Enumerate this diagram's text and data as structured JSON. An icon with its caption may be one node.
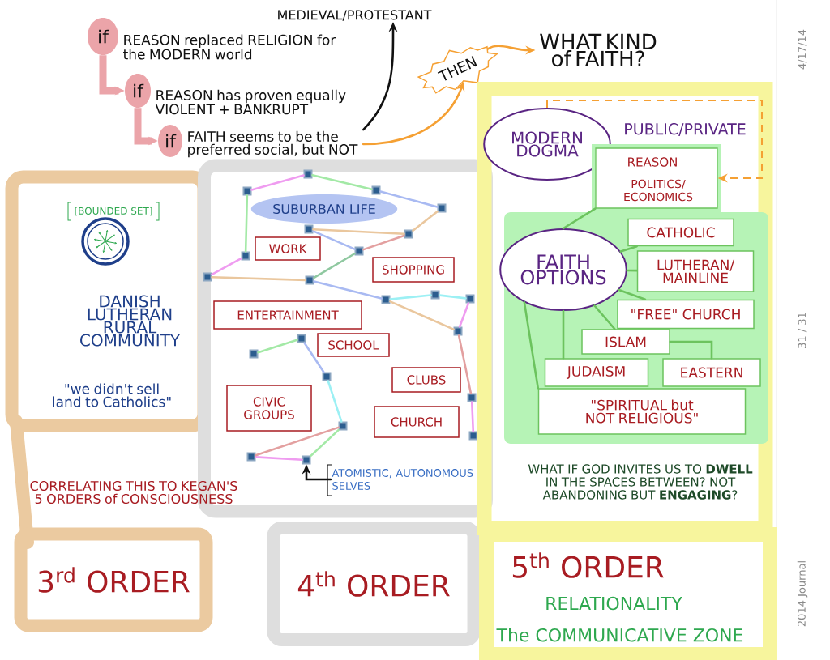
{
  "diagram": {
    "nodes": [
      {
        "text": [
          "if"
        ],
        "beside": [
          "REASON replaced RELIGION for the MODERN world"
        ]
      },
      {
        "text": [
          "if"
        ],
        "beside": [
          "REASON has proven equally VIOLENT + BANKRUPT"
        ]
      },
      {
        "text": [
          "if"
        ],
        "beside": [
          "FAITH seems to be the preferred social, but NOT"
        ]
      },
      {
        "text": [
          "MEDIEVAL/PROTESTANT"
        ]
      },
      {
        "text": [
          "THEN"
        ]
      },
      {
        "text": [
          "WHAT KIND of FAITH?"
        ]
      },
      {
        "text": [
          "[BOUNDED SET]",
          "DANISH LUTHERAN RURAL COMMUNITY",
          "\"we didn't sell land to Catholics\""
        ]
      },
      {
        "text": [
          "3$^{rd}$ ORDER"
        ]
      },
      {
        "text": [],
        "shape": "box"
      },
      {
        "text": [
          "SUBURBAN LIFE"
        ],
        "in": 8
      },
      {
        "text": [
          "WORK"
        ],
        "in": 8
      },
      {
        "text": [
          "SHOPPING"
        ],
        "in": 8
      },
      {
        "text": [
          "ENTERTAINMENT"
        ],
        "in": 8
      },
      {
        "text": [
          "SCHOOL"
        ],
        "in": 8
      },
      {
        "text": [
          "CLUBS"
        ],
        "in": 8
      },
      {
        "text": [
          "CIVIC GROUPS"
        ],
        "in": 8
      },
      {
        "text": [
          "CHURCH"
        ],
        "in": 8
      },
      {
        "text": [],
        "shape": "box",
        "in": 8
      },
      {
        "text": [],
        "shape": "box",
        "in": 8
      },
      {
        "text": [],
        "shape": "box",
        "in": 8
      },
      {
        "text": [],
        "shape": "box",
        "in": 8
      },
      {
        "text": [],
        "shape": "box",
        "in": 8
      },
      {
        "text": [],
        "shape": "box",
        "in": 8
      },
      {
        "text": [],
        "shape": "box",
        "in": 8
      },
      {
        "text": [],
        "shape": "box",
        "in": 8
      },
      {
        "text": [],
        "shape": "box",
        "in": 8
      },
      {
        "text": [],
        "shape": "box",
        "in": 8
      },
      {
        "text": [],
        "shape": "box",
        "in": 8
      },
      {
        "text": [],
        "shape": "box",
        "in": 8
      },
      {
        "text": [],
        "shape": "box",
        "in": 8
      },
      {
        "text": [],
        "shape": "box",
        "in": 8
      },
      {
        "text": [],
        "shape": "box",
        "in": 8
      },
      {
        "text": [],
        "shape": "box",
        "in": 8
      },
      {
        "text": [],
        "shape": "box",
        "in": 8
      },
      {
        "text": [],
        "shape": "box",
        "in": 8
      },
      {
        "text": [],
        "shape": "box",
        "in": 8
      },
      {
        "text": [],
        "shape": "box",
        "in": 8
      },
      {
        "text": [],
        "shape": "box",
        "in": 8
      },
      {
        "text": [],
        "shape": "box",
        "in": 8
      },
      {
        "text": [
          "ATOMISTIC, AUTONOMOUS SELVES"
        ],
        "in": 8
      },
      {
        "text": [
          "4$^{th}$ ORDER"
        ]
      },
      {
        "text": [],
        "shape": "box"
      },
      {
        "text": [
          "MODERN DOGMA"
        ],
        "in": 41
      },
      {
        "text": [
          "REASON",
          "POLITICS/ ECONOMICS"
        ],
        "in": 41
      },
      {
        "text": [],
        "shape": "box",
        "in": 41
      },
      {
        "text": [
          "FAITH OPTIONS"
        ],
        "in": 44
      },
      {
        "text": [
          "CATHOLIC"
        ],
        "in": 44
      },
      {
        "text": [
          "LUTHERAN/ MAINLINE"
        ],
        "in": 44
      },
      {
        "text": [
          "\"FREE\" CHURCH"
        ],
        "in": 44
      },
      {
        "text": [
          "ISLAM"
        ],
        "in": 44
      },
      {
        "text": [
          "JUDAISM"
        ],
        "in": 44
      },
      {
        "text": [
          "EASTERN"
        ],
        "in": 44
      },
      {
        "text": [
          "\"SPIRITUAL but NOT RELIGIOUS\""
        ],
        "in": 44
      },
      {
        "text": [
          "5$^{th}$ ORDER",
          "RELATIONALITY",
          "The COMMUNICATIVE ZONE"
        ]
      }
    ],
    "edges": [
      {
        "from": 0,
        "to": 1,
        "arrow": "to",
        "style": "thick",
        "color": "#eba4a9"
      },
      {
        "from": 1,
        "to": 2,
        "arrow": "to",
        "style": "thick",
        "color": "#eba4a9"
      },
      {
        "from": 2,
        "to": 3,
        "arrow": "to",
        "color": "#111111"
      },
      {
        "from": 2,
        "to": 4,
        "arrow": "to",
        "color": "#f5a033"
      },
      {
        "from": 4,
        "to": 5,
        "arrow": "to",
        "color": "#f5a033"
      },
      {
        "from": 17,
        "to": 19,
        "arrow": "none",
        "color": "#ef9cf0"
      },
      {
        "from": 17,
        "to": 18,
        "arrow": "none",
        "color": "#a3e9a6"
      },
      {
        "from": 18,
        "to": 20,
        "arrow": "none",
        "color": "#a9baf2"
      },
      {
        "from": 19,
        "to": 24,
        "arrow": "none",
        "color": "#a3e9a6"
      },
      {
        "from": 21,
        "to": 23,
        "arrow": "none",
        "color": "#a9baf2"
      },
      {
        "from": 21,
        "to": 22,
        "arrow": "none",
        "color": "#eac79e"
      },
      {
        "from": 20,
        "to": 22,
        "arrow": "none",
        "color": "#eac79e"
      },
      {
        "from": 22,
        "to": 23,
        "arrow": "none",
        "color": "#e3a0a0"
      },
      {
        "from": 23,
        "to": 26,
        "arrow": "none",
        "color": "#8fc8a0"
      },
      {
        "from": 24,
        "to": 25,
        "arrow": "none",
        "color": "#ef9cf0"
      },
      {
        "from": 25,
        "to": 26,
        "arrow": "none",
        "color": "#eac79e"
      },
      {
        "from": 26,
        "to": 29,
        "arrow": "none",
        "color": "#a9baf2"
      },
      {
        "from": 29,
        "to": 27,
        "arrow": "none",
        "color": "#9cf0f4"
      },
      {
        "from": 27,
        "to": 28,
        "arrow": "none",
        "color": "#9cf0f4"
      },
      {
        "from": 28,
        "to": 30,
        "arrow": "none",
        "color": "#ef9cf0"
      },
      {
        "from": 29,
        "to": 30,
        "arrow": "none",
        "color": "#eac79e"
      },
      {
        "from": 30,
        "to": 34,
        "arrow": "none",
        "color": "#e3a0a0"
      },
      {
        "from": 34,
        "to": 36,
        "arrow": "none",
        "color": "#ef9cf0"
      },
      {
        "from": 31,
        "to": 32,
        "arrow": "none",
        "color": "#a3e9a6"
      },
      {
        "from": 31,
        "to": 33,
        "arrow": "none",
        "color": "#a9baf2"
      },
      {
        "from": 33,
        "to": 35,
        "arrow": "none",
        "color": "#9cf0f4"
      },
      {
        "from": 35,
        "to": 38,
        "arrow": "none",
        "color": "#a3e9a6"
      },
      {
        "from": 37,
        "to": 38,
        "arrow": "none",
        "color": "#ef9cf0"
      },
      {
        "from": 37,
        "to": 35,
        "arrow": "none",
        "color": "#e3a0a0"
      },
      {
        "from": 39,
        "to": 38,
        "arrow": "to",
        "color": "#111111"
      },
      {
        "from": 42,
        "to": 43,
        "arrow": "to",
        "style": "dashed",
        "color": "#f5a033"
      },
      {
        "from": 43,
        "to": 45,
        "arrow": "none",
        "color": "#6cc35e"
      },
      {
        "from": 45,
        "to": 46,
        "arrow": "none",
        "color": "#6cc35e"
      },
      {
        "from": 45,
        "to": 47,
        "arrow": "none",
        "color": "#6cc35e"
      },
      {
        "from": 45,
        "to": 48,
        "arrow": "none",
        "color": "#6cc35e"
      },
      {
        "from": 45,
        "to": 49,
        "arrow": "none",
        "color": "#6cc35e"
      },
      {
        "from": 45,
        "to": 50,
        "arrow": "none",
        "color": "#6cc35e"
      },
      {
        "from": 45,
        "to": 52,
        "arrow": "none",
        "color": "#6cc35e"
      },
      {
        "from": 49,
        "to": 51,
        "arrow": "none",
        "color": "#6cc35e"
      }
    ],
    "labels": [
      "4/17/14",
      "PUBLIC/PRIVATE",
      "31 / 31",
      "CORRELATING THIS TO KEGAN'S 5 ORDERS of CONSCIOUSNESS",
      "WHAT IF GOD INVITES US TO **DWELL** IN THE SPACES BETWEEN? NOT ABANDONING BUT **ENGAGING**?",
      "2014 Journal"
    ]
  }
}
